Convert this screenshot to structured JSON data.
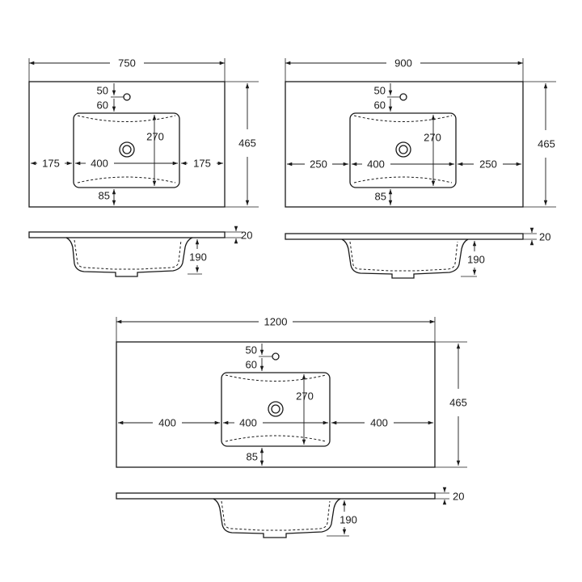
{
  "vanity_750": {
    "top": {
      "width": "750",
      "depth": "465",
      "tap_from_edge": "50",
      "tap_to_bowl": "60",
      "bowl_length": "400",
      "bowl_depth": "270",
      "side_left": "175",
      "side_right": "175",
      "front": "85"
    },
    "side": {
      "thickness": "20",
      "bowl_height": "190"
    }
  },
  "vanity_900": {
    "top": {
      "width": "900",
      "depth": "465",
      "tap_from_edge": "50",
      "tap_to_bowl": "60",
      "bowl_length": "400",
      "bowl_depth": "270",
      "side_left": "250",
      "side_right": "250",
      "front": "85"
    },
    "side": {
      "thickness": "20",
      "bowl_height": "190"
    }
  },
  "vanity_1200": {
    "top": {
      "width": "1200",
      "depth": "465",
      "tap_from_edge": "50",
      "tap_to_bowl": "60",
      "bowl_length": "400",
      "bowl_depth": "270",
      "side_left": "400",
      "side_right": "400",
      "front": "85"
    },
    "side": {
      "thickness": "20",
      "bowl_height": "190"
    }
  }
}
